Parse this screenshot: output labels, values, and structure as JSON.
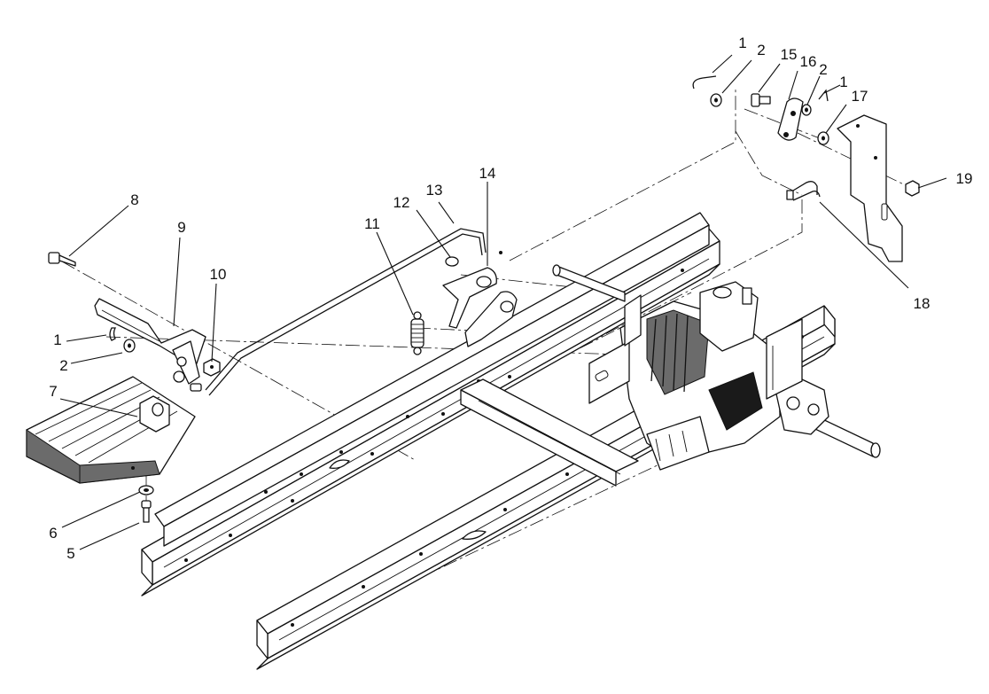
{
  "callouts": [
    {
      "id": "c8",
      "label": "8"
    },
    {
      "id": "c9",
      "label": "9"
    },
    {
      "id": "c10",
      "label": "10"
    },
    {
      "id": "c1a",
      "label": "1"
    },
    {
      "id": "c2a",
      "label": "2"
    },
    {
      "id": "c7",
      "label": "7"
    },
    {
      "id": "c6",
      "label": "6"
    },
    {
      "id": "c5",
      "label": "5"
    },
    {
      "id": "c11",
      "label": "11"
    },
    {
      "id": "c12",
      "label": "12"
    },
    {
      "id": "c13",
      "label": "13"
    },
    {
      "id": "c14",
      "label": "14"
    },
    {
      "id": "c1b",
      "label": "1"
    },
    {
      "id": "c2b",
      "label": "2"
    },
    {
      "id": "c15",
      "label": "15"
    },
    {
      "id": "c16",
      "label": "16"
    },
    {
      "id": "c2c",
      "label": "2"
    },
    {
      "id": "c1c",
      "label": "1"
    },
    {
      "id": "c17",
      "label": "17"
    },
    {
      "id": "c19",
      "label": "19"
    },
    {
      "id": "c18",
      "label": "18"
    }
  ]
}
